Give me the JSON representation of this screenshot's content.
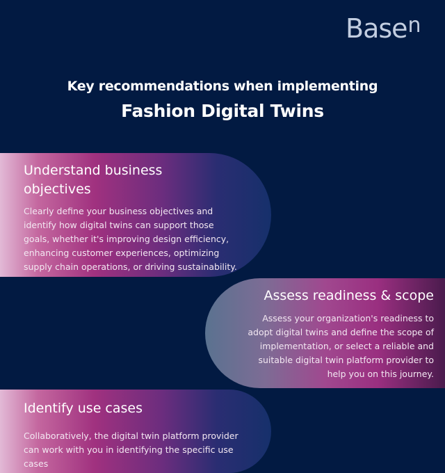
{
  "brand": {
    "logo_text": "Base",
    "logo_superscript": "n"
  },
  "header": {
    "subtitle": "Key recommendations when implementing",
    "title": "Fashion Digital Twins"
  },
  "recommendations": [
    {
      "title": "Understand business objectives",
      "body": "Clearly define your business objectives and identify how digital twins can support those goals, whether it's improving design efficiency, enhancing customer experiences, optimizing supply chain operations, or driving sustainability."
    },
    {
      "title": "Assess readiness & scope",
      "body": "Assess your organization's readiness to adopt digital twins and define the scope of implementation, or select a reliable and suitable digital twin platform provider to help you on this journey."
    },
    {
      "title": "Identify use cases",
      "body": "Collaboratively, the digital twin platform provider can work with you in identifying the specific use cases"
    }
  ],
  "colors": {
    "background": "#021a42",
    "accent_magenta": "#a0317f",
    "accent_navy": "#16306b",
    "logo": "#c2cde0"
  }
}
